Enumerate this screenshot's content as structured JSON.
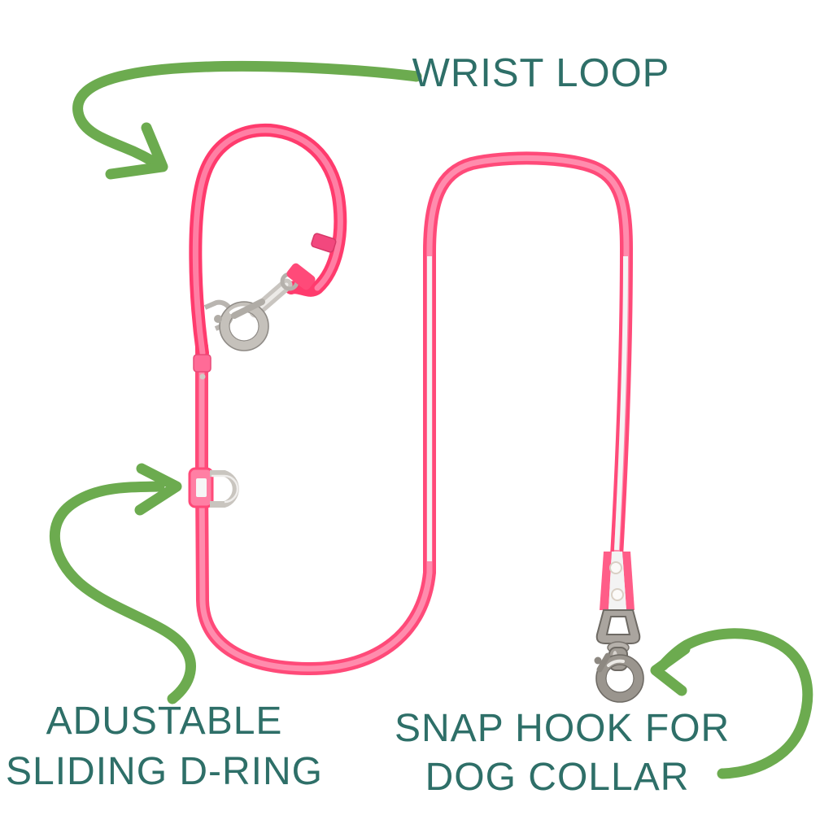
{
  "scene": {
    "description": "Annotated product photo of a hot pink biothane dog leash on a white background",
    "background_color": "#ffffff"
  },
  "labels": {
    "wrist_loop": {
      "text": "WRIST LOOP"
    },
    "sliding_d_ring": {
      "line1": "ADUSTABLE",
      "line2": "SLIDING D-RING"
    },
    "snap_hook": {
      "line1": "SNAP HOOK FOR",
      "line2": "DOG COLLAR"
    }
  },
  "parts": {
    "wrist_loop_strap": "wrist loop strap",
    "top_snap_hook": "snap hook clipped at handle",
    "sliding_d_ring": "adjustable sliding d-ring",
    "bottom_snap_hook": "snap hook for dog collar",
    "leash_strap": "pink leash strap"
  },
  "colors": {
    "label_text": "#2e6f68",
    "arrow_green": "#6cab4f",
    "leash_pink": "#ff4a79",
    "leash_pink_bright": "#ff3b6d",
    "leash_pink_light": "#ff8cad",
    "strap_white_face": "#f3f3f3",
    "hardware_silver": "#c5c1bb",
    "hardware_gunmetal": "#948f88"
  }
}
